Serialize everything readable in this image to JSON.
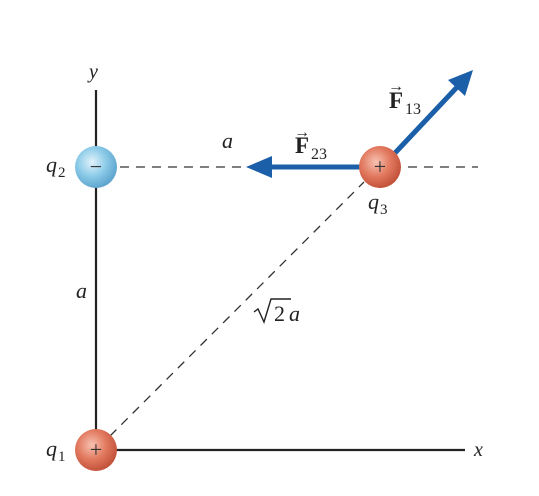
{
  "axes": {
    "x_label": "x",
    "y_label": "y"
  },
  "charges": {
    "q1": {
      "symbol": "q",
      "subscript": "1",
      "sign": "+",
      "color": "#e0705a"
    },
    "q2": {
      "symbol": "q",
      "subscript": "2",
      "sign": "−",
      "color": "#7fbfe0"
    },
    "q3": {
      "symbol": "q",
      "subscript": "3",
      "sign": "+",
      "color": "#e0705a"
    }
  },
  "distances": {
    "side_top": "a",
    "side_left": "a",
    "diagonal_radical": "√",
    "diagonal_value": "2",
    "diagonal_var": "a"
  },
  "forces": {
    "f13": {
      "symbol": "F",
      "subscript": "13",
      "arrow": "→"
    },
    "f23": {
      "symbol": "F",
      "subscript": "23",
      "arrow": "→"
    },
    "color": "#1a5fa8"
  }
}
